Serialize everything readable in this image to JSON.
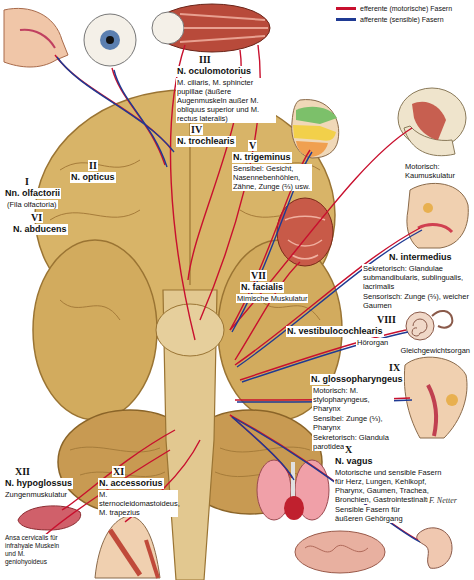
{
  "diagram": {
    "labels": [
      "I",
      "Nn. olfactorii",
      "(Fila olfactoria)",
      "II",
      "N. opticus",
      "III",
      "N. oculomotorius",
      "M. ciliaris, M. sphincter pupillae (äußere Augenmuskeln außer M. obliquus superior und M. rectus lateralis)",
      "IV",
      "N. trochlearis",
      "V",
      "N. trigeminus",
      "Sensibel: Gesicht, Nasennebenhöhlen, Zähne, Zunge (⅔) usw.",
      "Motorisch: Kaumuskulatur",
      "VI",
      "N. abducens",
      "VII",
      "N. facialis",
      "Mimische Muskulatur",
      "N. intermedius",
      "Sekretorisch: Glandulae submandibularis, sublingualis, lacrimalis",
      "Sensorisch: Zunge (⅔), weicher Gaumen",
      "VIII",
      "N. vestibulocochlearis",
      "Hörorgan",
      "Gleichgewichtsorgan",
      "IX",
      "N. glossopharyngeus",
      "Motorisch: M. stylopharyngeus, Pharynx",
      "Sensibel: Zunge (⅓), Pharynx",
      "Sekretorisch: Glandula parotidea",
      "X",
      "N. vagus",
      "Motorische und sensible Fasern für Herz, Lungen, Kehlkopf, Pharynx, Gaumen, Trachea, Bronchien, Gastrointestinaltrakt",
      "Sensible Fasern für äußeren Gehörgang",
      "XII",
      "N. hypoglossus",
      "Zungenmuskulatur",
      "Ansa cervicalis für infrahyale Muskeln und M. geniohyoideus",
      "XI",
      "N. accessorius",
      "M. sternocleidomastoideus, M. trapezius",
      "F. Netter"
    ],
    "legend": [
      {
        "text": "efferente (motorische) Fasern",
        "color": "#c8102e"
      },
      {
        "text": "afferente (sensible) Fasern",
        "color": "#1f3a93"
      }
    ]
  }
}
